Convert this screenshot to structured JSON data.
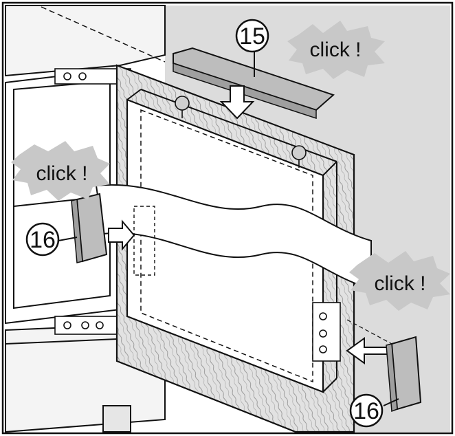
{
  "labels": {
    "part_top": "15",
    "part_left": "16",
    "part_bottom_right": "16",
    "click_top": "click !",
    "click_left": "click !",
    "click_right": "click !"
  },
  "colors": {
    "line": "#111111",
    "paper": "#ffffff",
    "shade": "#dcdcdc",
    "panel": "#f4f4f4",
    "wood": "#e2e2e2",
    "part": "#bdbdbd",
    "burst": "#c8c8c8"
  }
}
